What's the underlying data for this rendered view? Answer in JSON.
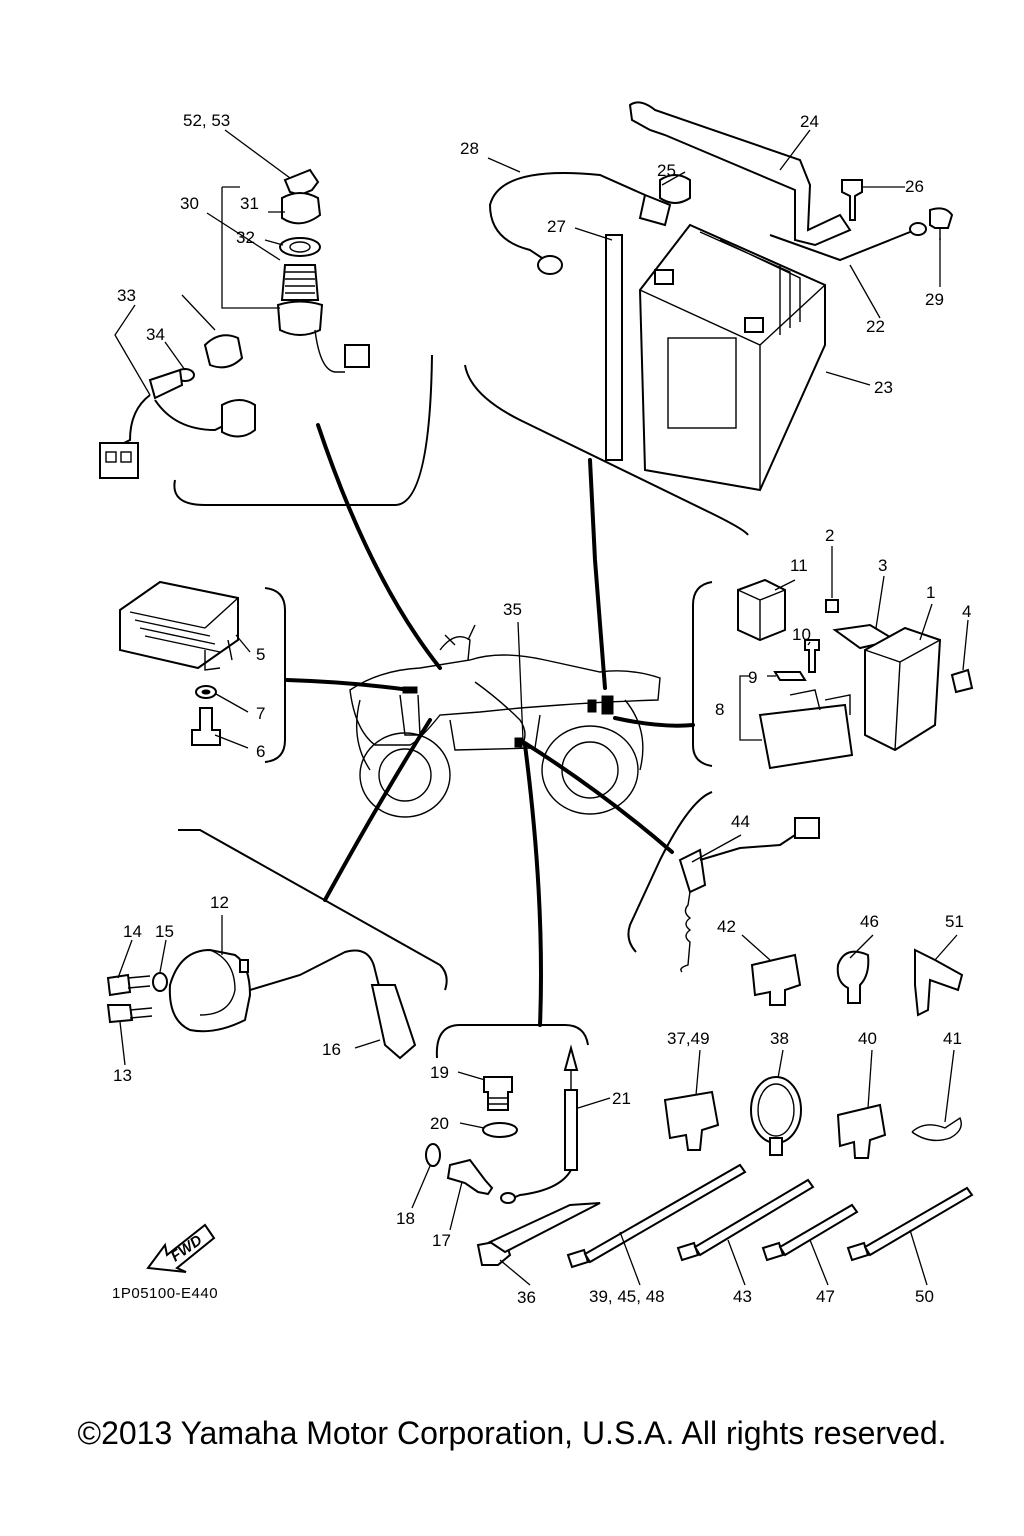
{
  "diagram": {
    "code": "1P05100-E440",
    "fwd_label": "FWD",
    "labels": {
      "p1": "1",
      "p2": "2",
      "p3": "3",
      "p4": "4",
      "p5": "5",
      "p6": "6",
      "p7": "7",
      "p8": "8",
      "p9": "9",
      "p10": "10",
      "p11": "11",
      "p12": "12",
      "p13": "13",
      "p14": "14",
      "p15": "15",
      "p16": "16",
      "p17": "17",
      "p18": "18",
      "p19": "19",
      "p20": "20",
      "p21": "21",
      "p22": "22",
      "p23": "23",
      "p24": "24",
      "p25": "25",
      "p26": "26",
      "p27": "27",
      "p28": "28",
      "p29": "29",
      "p30": "30",
      "p31": "31",
      "p32": "32",
      "p33": "33",
      "p34": "34",
      "p35": "35",
      "p36": "36",
      "p37_49": "37,49",
      "p38": "38",
      "p39_45_48": "39, 45, 48",
      "p40": "40",
      "p41": "41",
      "p42": "42",
      "p43": "43",
      "p44": "44",
      "p46": "46",
      "p47": "47",
      "p50": "50",
      "p51": "51",
      "p52_53": "52, 53"
    }
  },
  "footer": {
    "copyright": "©2013 Yamaha Motor Corporation, U.S.A. All rights reserved."
  }
}
